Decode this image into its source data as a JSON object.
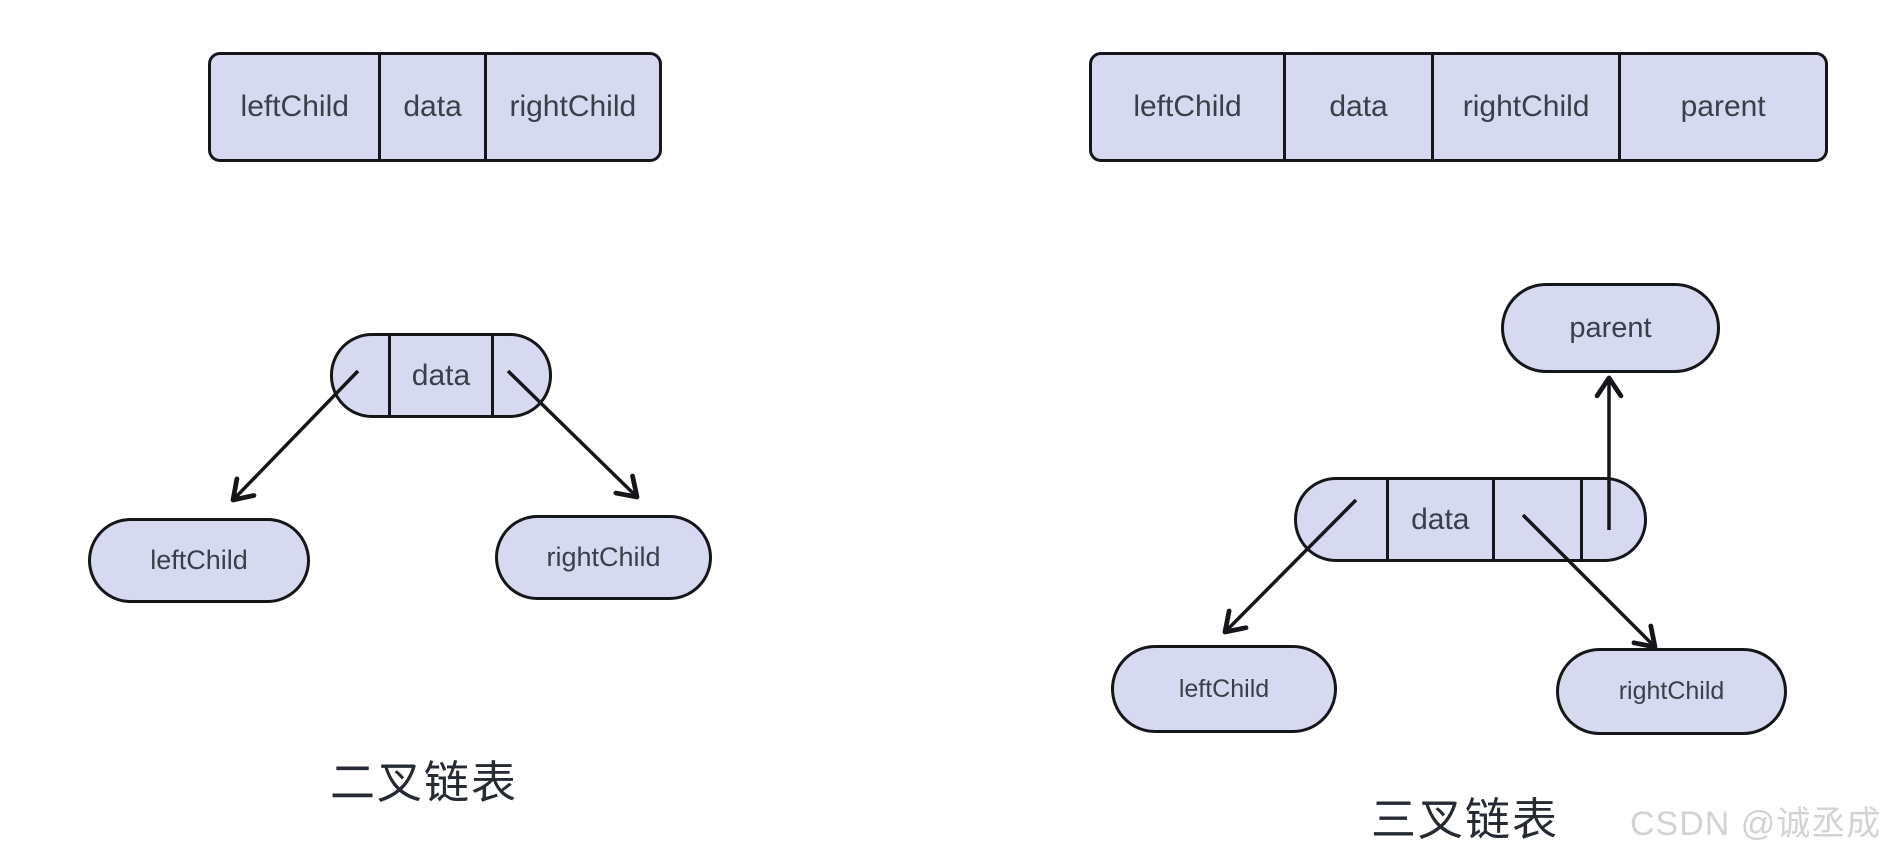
{
  "binary_diagram": {
    "record_cells": [
      "leftChild",
      "data",
      "rightChild"
    ],
    "node_label": "data",
    "left_child_label": "leftChild",
    "right_child_label": "rightChild",
    "caption": "二叉链表"
  },
  "trinary_diagram": {
    "record_cells": [
      "leftChild",
      "data",
      "rightChild",
      "parent"
    ],
    "node_label": "data",
    "parent_label": "parent",
    "left_child_label": "leftChild",
    "right_child_label": "rightChild",
    "caption": "三叉链表"
  },
  "watermark": "CSDN @诚丞成",
  "colors": {
    "node_fill": "#d6d9f0",
    "outline": "#15161a",
    "node_text": "#3a3f4a",
    "caption_text": "#262a33",
    "watermark_text": "#d3d3d6"
  }
}
